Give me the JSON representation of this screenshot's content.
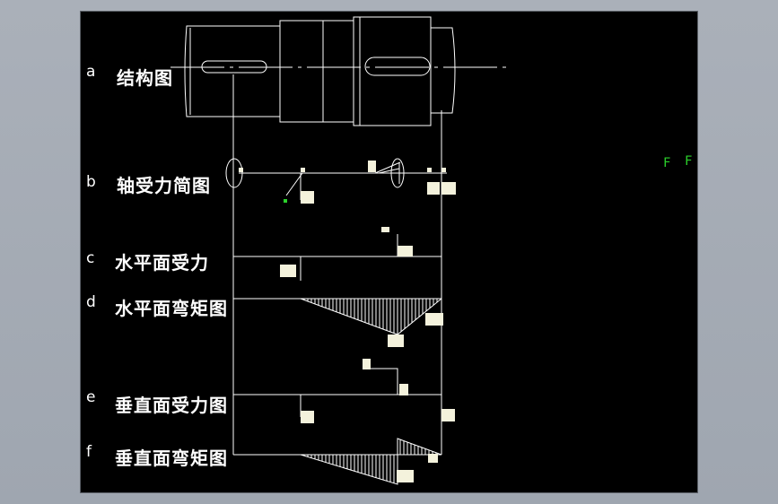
{
  "rows": [
    {
      "letter": "a",
      "title": "结构图"
    },
    {
      "letter": "b",
      "title": "轴受力简图"
    },
    {
      "letter": "c",
      "title": "水平面受力"
    },
    {
      "letter": "d",
      "title": "水平面弯矩图"
    },
    {
      "letter": "e",
      "title": "垂直面受力图"
    },
    {
      "letter": "f",
      "title": "垂直面弯矩图"
    }
  ],
  "stray_labels": [
    "F",
    "F"
  ],
  "colors": {
    "background": "#000000",
    "lines": "#ffffff",
    "highlight": "#2bd12b",
    "label_box": "#f4f2dc"
  }
}
